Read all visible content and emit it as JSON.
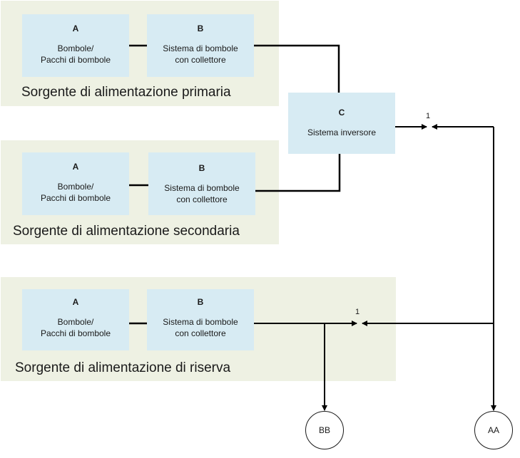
{
  "primary": {
    "caption": "Sorgente di alimentazione primaria",
    "box_a": {
      "letter": "A",
      "line1": "Bombole/",
      "line2": "Pacchi di bombole"
    },
    "box_b": {
      "letter": "B",
      "line1": "Sistema di bombole",
      "line2": "con collettore"
    }
  },
  "secondary": {
    "caption": "Sorgente di alimentazione secondaria",
    "box_a": {
      "letter": "A",
      "line1": "Bombole/",
      "line2": "Pacchi di bombole"
    },
    "box_b": {
      "letter": "B",
      "line1": "Sistema di bombole",
      "line2": "con collettore"
    }
  },
  "reserve": {
    "caption": "Sorgente di alimentazione di riserva",
    "box_a": {
      "letter": "A",
      "line1": "Bombole/",
      "line2": "Pacchi di bombole"
    },
    "box_b": {
      "letter": "B",
      "line1": "Sistema di bombole",
      "line2": "con collettore"
    }
  },
  "inverter": {
    "letter": "C",
    "label": "Sistema inversore"
  },
  "markers": {
    "top": "1",
    "bottom": "1"
  },
  "outputs": {
    "bb": "BB",
    "aa": "AA"
  },
  "colors": {
    "group_bg": "#eef1e3",
    "box_bg": "#d7ebf3",
    "line": "#000000"
  }
}
